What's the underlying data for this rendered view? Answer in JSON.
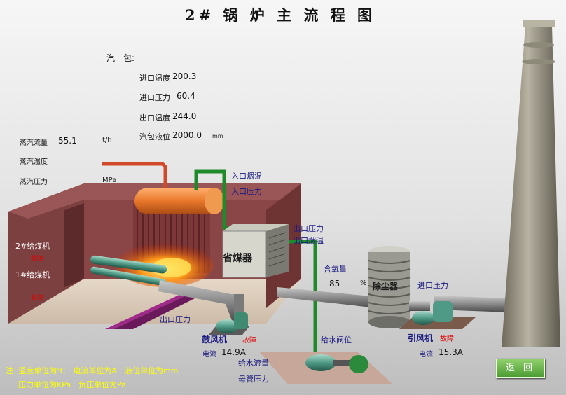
{
  "title": "2# 锅 炉 主 流 程 图",
  "drum": {
    "header": "汽　包:",
    "inlet_temp_label": "进口温度",
    "inlet_temp_value": "200.3",
    "inlet_pressure_label": "进口压力",
    "inlet_pressure_value": "60.4",
    "outlet_temp_label": "出口温度",
    "outlet_temp_value": "244.0",
    "level_label": "汽包液位",
    "level_value": "2000.0",
    "level_unit": "mm"
  },
  "steam": {
    "flow_label": "蒸汽流量",
    "flow_value": "55.1",
    "flow_unit": "t/h",
    "temp_label": "蒸汽温度",
    "pressure_label": "蒸汽压力",
    "pressure_unit": "MPa"
  },
  "feeders": {
    "feeder2_label": "2#给煤机",
    "feeder2_status": "故障",
    "feeder1_label": "1#给煤机",
    "feeder1_status": "故障"
  },
  "economizer": {
    "name": "省煤器",
    "inlet_smoke_temp": "入口烟温",
    "inlet_smoke_pressure": "入口压力",
    "outlet_pressure": "出口压力",
    "outlet_smoke_temp": "出口烟温"
  },
  "oxygen": {
    "label": "含氧量",
    "value": "85",
    "unit": "%"
  },
  "dust_collector": {
    "name": "除尘器",
    "inlet_pressure": "进口压力"
  },
  "furnace": {
    "outlet_pressure": "出口压力"
  },
  "blower": {
    "name": "鼓风机",
    "status": "故障",
    "current_label": "电流",
    "current_value": "14.9A"
  },
  "induced_fan": {
    "name": "引风机",
    "status": "故障",
    "current_label": "电流",
    "current_value": "15.3A"
  },
  "feedwater": {
    "valve_label": "给水阀位",
    "flow_label": "给水流量",
    "header_pressure_label": "母管压力"
  },
  "notes": {
    "line1": "注: 温度单位为℃　电流单位为A　液位单位为mm",
    "line2": "压力单位为KPa　负压单位为Pa"
  },
  "back_button": "返 回",
  "colors": {
    "furnace_wall": "#7a3b3b",
    "drum": "#e87a2a",
    "green_pipe": "#1f8a2a",
    "red_pipe": "#d04a2a",
    "stack": "#8e8a7a",
    "button": "#5eaa3c",
    "status_red": "#e00000"
  }
}
